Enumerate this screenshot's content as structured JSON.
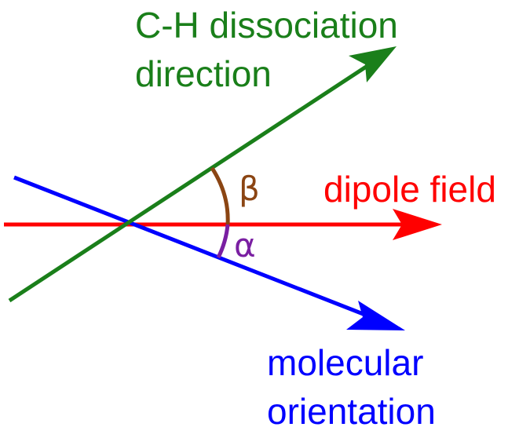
{
  "colors": {
    "dissociation": "#1a7f1a",
    "dipole": "#ff0000",
    "molecular": "#0000ff",
    "beta": "#8b4513",
    "alpha": "#7a1fa2"
  },
  "labels": {
    "dissociation_line1": "C-H dissociation",
    "dissociation_line2": "direction",
    "dipole": "dipole field",
    "molecular_line1": "molecular",
    "molecular_line2": "orientation",
    "beta": "β",
    "alpha": "α"
  }
}
